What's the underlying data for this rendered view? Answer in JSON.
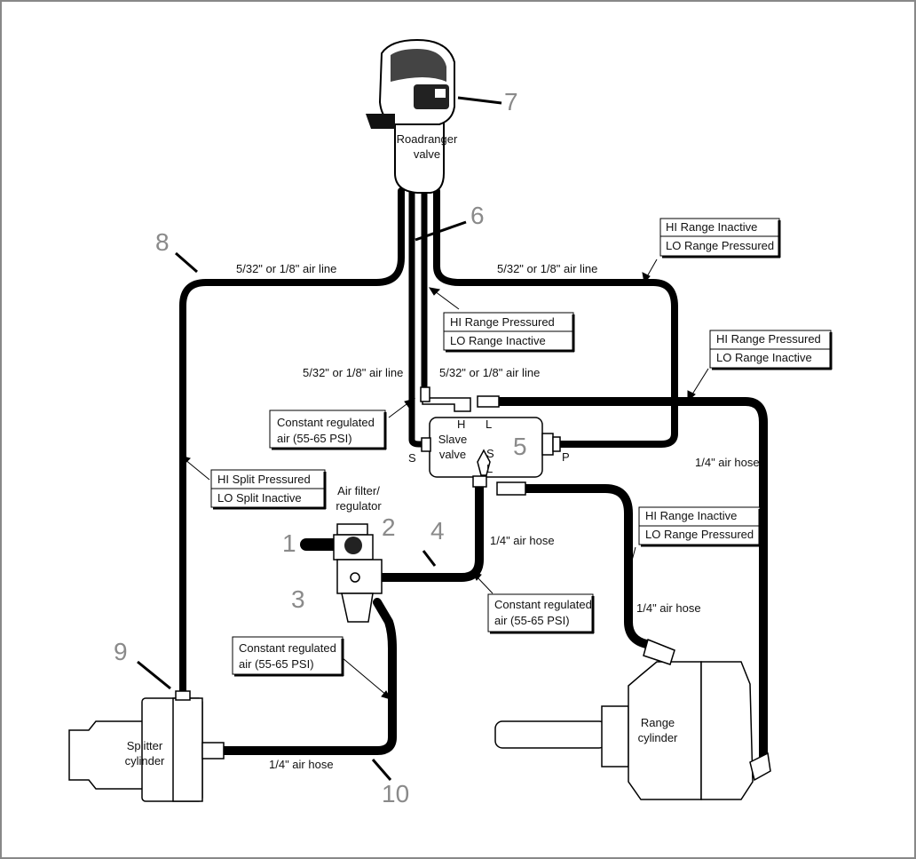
{
  "callouts": {
    "n1": "1",
    "n2": "2",
    "n3": "3",
    "n4": "4",
    "n5": "5",
    "n6": "6",
    "n7": "7",
    "n8": "8",
    "n9": "9",
    "n10": "10"
  },
  "components": {
    "roadranger_l1": "Roadranger",
    "roadranger_l2": "valve",
    "slave_l1": "Slave",
    "slave_l2": "valve",
    "filter_l1": "Air filter/",
    "filter_l2": "regulator",
    "splitter_l1": "Splitter",
    "splitter_l2": "cylinder",
    "range_l1": "Range",
    "range_l2": "cylinder"
  },
  "ports": {
    "h": "H",
    "l_top": "L",
    "s_left": "S",
    "s_bottom": "S",
    "l_bottom": "L",
    "p": "P"
  },
  "line_labels": {
    "air_line": "5/32\" or 1/8\" air line",
    "hose": "1/4\" air hose"
  },
  "boxes": {
    "hi_inactive_lo_pressured_top": [
      "HI Range  Inactive",
      "LO Range  Pressured"
    ],
    "hi_pressured_lo_inactive_mid": [
      "HI Range     Pressured",
      "LO Range    Inactive"
    ],
    "hi_pressured_lo_inactive_right": [
      "HI Range  Pressured",
      "LO Range  Inactive"
    ],
    "constant_regulated_1": [
      "Constant regulated",
      "air (55-65 PSI)"
    ],
    "hi_split": [
      "HI Split   Pressured",
      "LO Split   Inactive"
    ],
    "constant_regulated_2": [
      "Constant regulated",
      "air (55-65 PSI)"
    ],
    "hi_inactive_lo_pressured_lower": [
      "HI Range  Inactive",
      "LO Range Pressured"
    ],
    "constant_regulated_3": [
      "Constant regulated",
      "air (55-65 PSI)"
    ]
  }
}
